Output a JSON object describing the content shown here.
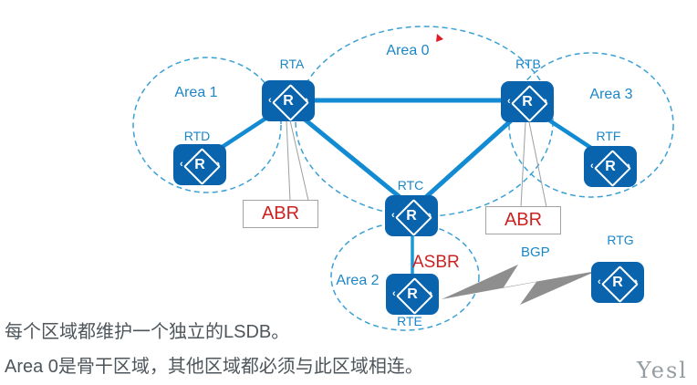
{
  "diagram": {
    "router_letter": "R",
    "routers": [
      {
        "id": "rta",
        "label": "RTA"
      },
      {
        "id": "rtb",
        "label": "RTB"
      },
      {
        "id": "rtc",
        "label": "RTC"
      },
      {
        "id": "rtd",
        "label": "RTD"
      },
      {
        "id": "rte",
        "label": "RTE"
      },
      {
        "id": "rtf",
        "label": "RTF"
      },
      {
        "id": "rtg",
        "label": "RTG"
      }
    ],
    "areas": [
      {
        "label": "Area 1"
      },
      {
        "label": "Area 0"
      },
      {
        "label": "Area 3"
      },
      {
        "label": "Area 2"
      }
    ],
    "labels": {
      "abr_left": "ABR",
      "abr_right": "ABR",
      "asbr": "ASBR",
      "bgp": "BGP"
    }
  },
  "caption": {
    "line1": "每个区域都维护一个独立的LSDB。",
    "line2": "Area 0是骨干区域，其他区域都必须与此区域相连。"
  },
  "watermark": "Yesl",
  "colors": {
    "router_blue": "#0a64ad",
    "link_blue": "#128bd3",
    "boundary_dash_blue": "#3ba0d6",
    "label_blue": "#1b86c8",
    "annotation_red": "#cc2222",
    "connector_gray": "#8e8e8e",
    "caption_gray": "#4e565b"
  }
}
